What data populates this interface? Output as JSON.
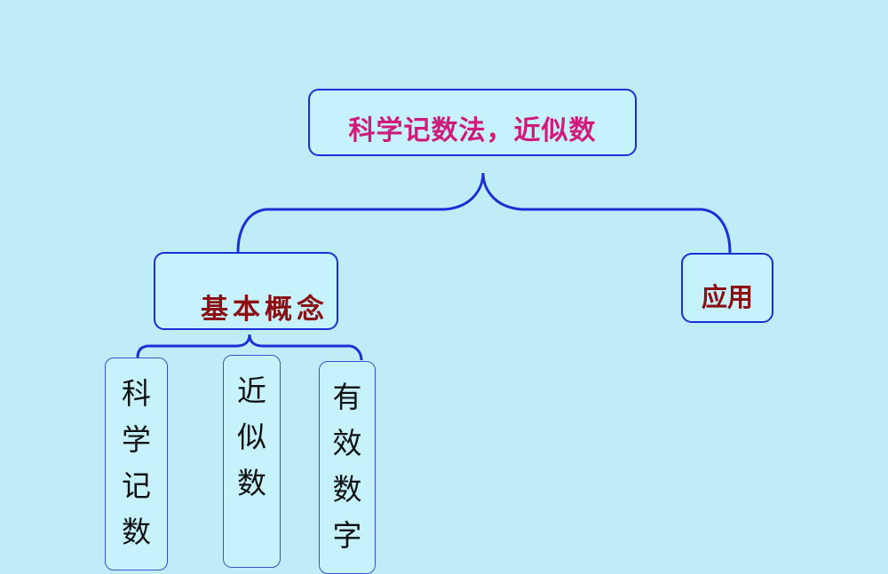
{
  "diagram": {
    "root": {
      "label": "科学记数法，近似数"
    },
    "branches": [
      {
        "label": "基本概念"
      },
      {
        "label": "应用"
      }
    ],
    "leaves": [
      {
        "label": "科学记数"
      },
      {
        "label": "近似数"
      },
      {
        "label": "有效数字"
      }
    ]
  },
  "colors": {
    "background": "#c0ecf8",
    "node_fill": "#c6f2fc",
    "connector": "#1a2fd6",
    "root_text": "#d0197b",
    "branch_text": "#8b0e12",
    "leaf_text": "#111111"
  }
}
